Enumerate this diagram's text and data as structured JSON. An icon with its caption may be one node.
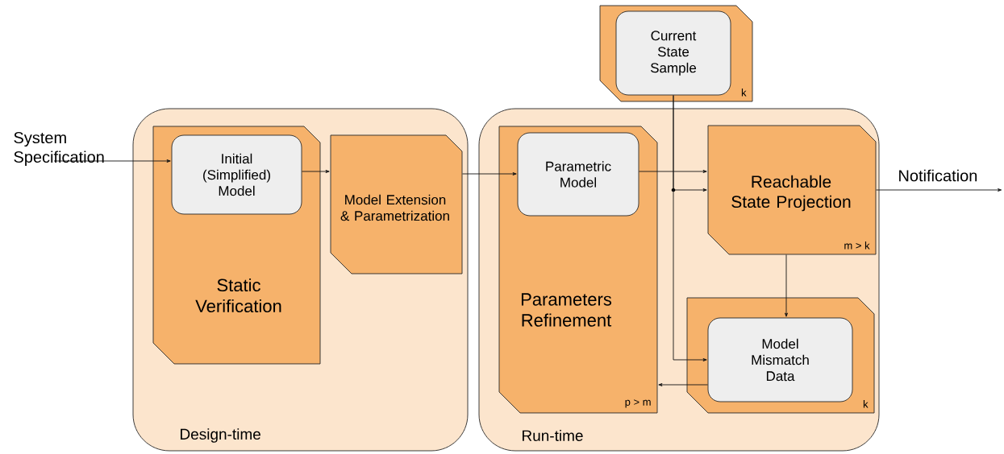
{
  "diagram": {
    "nodes": [
      {
        "text": [
          "Design-time"
        ]
      },
      {
        "text": [
          "Static Verification"
        ],
        "in": 0
      },
      {
        "text": [
          "Initial (Simplified) Model"
        ],
        "in": 1
      },
      {
        "text": [
          "Model Extension & Parametrization"
        ],
        "in": 0
      },
      {
        "text": [
          "Run-time"
        ]
      },
      {
        "text": [
          "Parameters Refinement",
          "p > m"
        ],
        "in": 4
      },
      {
        "text": [
          "Parametric Model"
        ],
        "in": 5
      },
      {
        "text": [
          "k"
        ]
      },
      {
        "text": [
          "Current State Sample"
        ],
        "in": 7
      },
      {
        "text": [
          "Reachable State Projection",
          "m > k"
        ],
        "in": 4
      },
      {
        "text": [
          "k"
        ],
        "in": 4
      },
      {
        "text": [
          "Model Mismatch Data"
        ],
        "in": 10
      }
    ],
    "edges": [
      {
        "from": null,
        "to": 2,
        "arrow": "to",
        "label": "System Specification"
      },
      {
        "from": 2,
        "to": 3,
        "arrow": "to"
      },
      {
        "from": 3,
        "to": 6,
        "arrow": "to"
      },
      {
        "from": 6,
        "to": 9,
        "arrow": "to"
      },
      {
        "from": 8,
        "to": 9,
        "arrow": "to"
      },
      {
        "from": 8,
        "to": 11,
        "arrow": "to"
      },
      {
        "from": 9,
        "to": 11,
        "arrow": "to"
      },
      {
        "from": 11,
        "to": 5,
        "arrow": "to"
      },
      {
        "from": 9,
        "to": null,
        "arrow": "to",
        "label": "Notification"
      }
    ]
  }
}
